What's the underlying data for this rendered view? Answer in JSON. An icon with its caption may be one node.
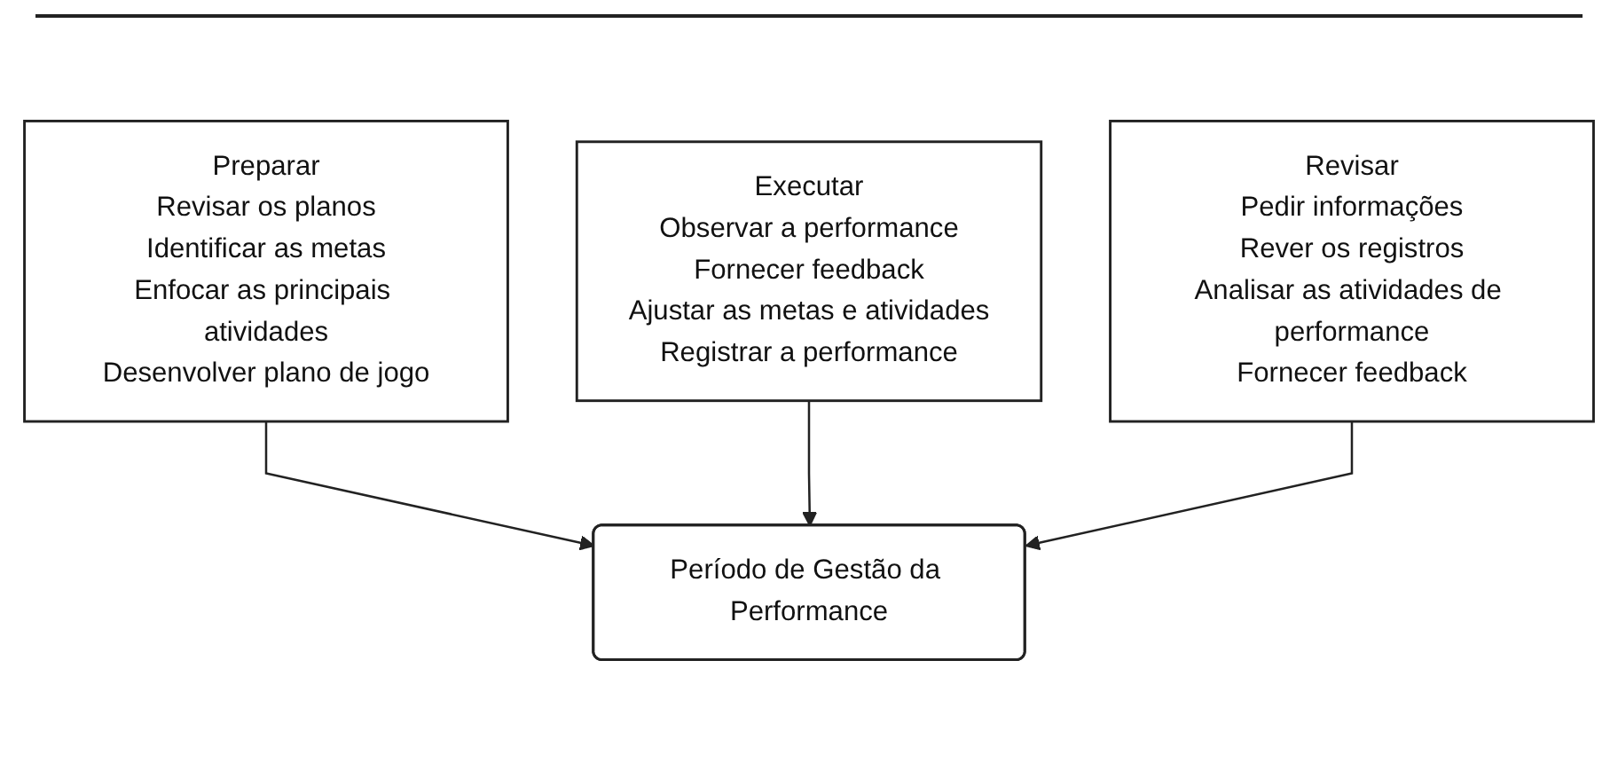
{
  "diagram": {
    "nodes": [
      {
        "text": [
          "Preparar",
          "Revisar os planos",
          "Identificar as metas",
          "Enfocar as principais atividades",
          "Desenvolver plano de jogo"
        ]
      },
      {
        "text": [
          "Executar",
          "Observar a performance",
          "Fornecer feedback",
          "Ajustar as metas e atividades",
          "Registrar a performance"
        ]
      },
      {
        "text": [
          "Revisar",
          "Pedir informações",
          "Rever os registros",
          "Analisar as atividades de performance",
          "Fornecer feedback"
        ]
      },
      {
        "text": [
          "Período de Gestão da Performance"
        ]
      }
    ],
    "edges": [
      {
        "from": 0,
        "to": 3,
        "arrow": "to"
      },
      {
        "from": 1,
        "to": 3,
        "arrow": "to"
      },
      {
        "from": 2,
        "to": 3,
        "arrow": "to"
      }
    ]
  }
}
